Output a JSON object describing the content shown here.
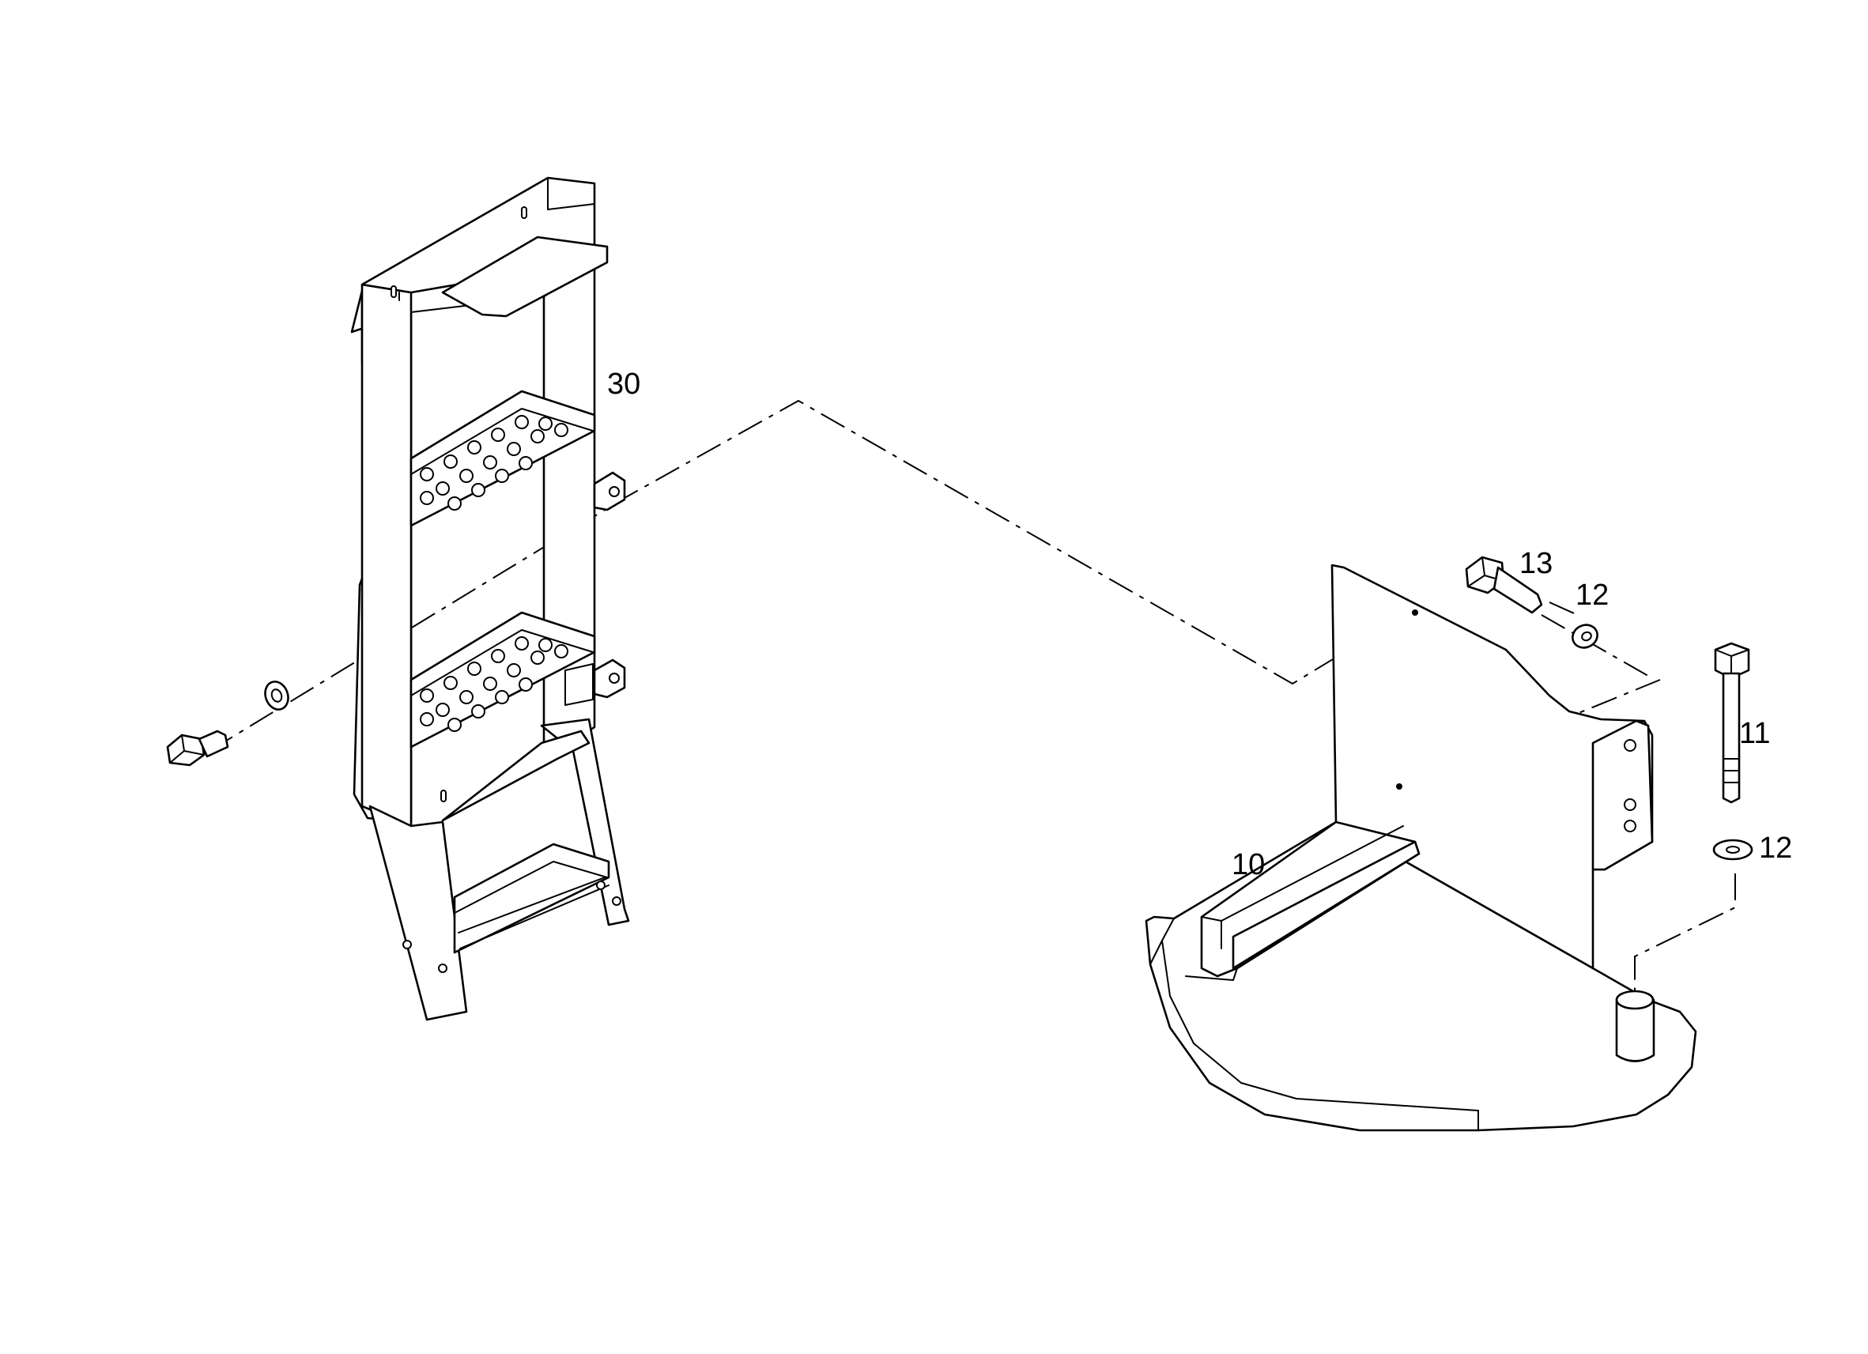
{
  "callouts": {
    "part_30": "30",
    "part_13": "13",
    "part_12_upper": "12",
    "part_11": "11",
    "part_12_lower": "12",
    "part_10": "10"
  }
}
